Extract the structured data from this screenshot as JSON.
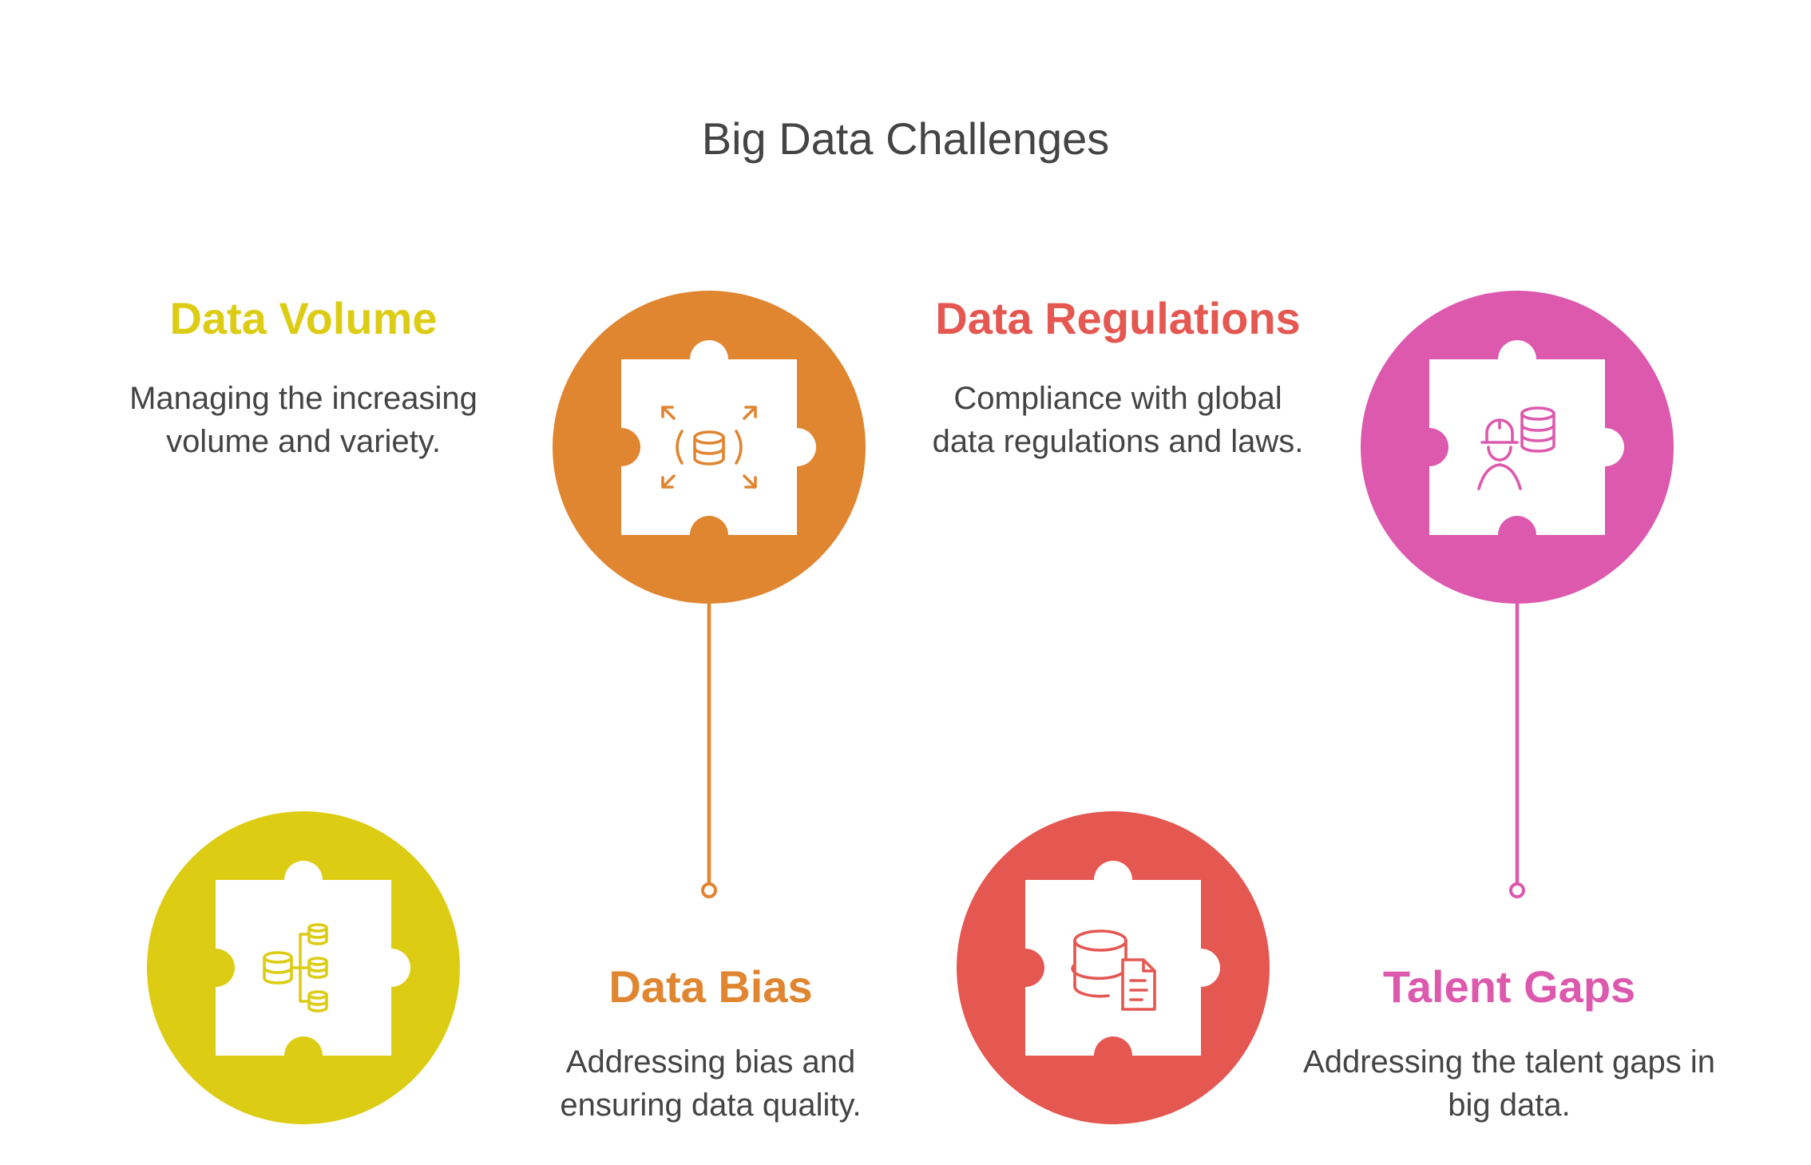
{
  "title": "Big Data Challenges",
  "items": [
    {
      "heading": "Data Volume",
      "description": "Managing the increasing volume and variety.",
      "color": "#DDCC14",
      "icon": "database-tree-icon"
    },
    {
      "heading": "Data Bias",
      "description": "Addressing bias and ensuring data quality.",
      "color": "#E08530",
      "icon": "database-expand-icon"
    },
    {
      "heading": "Data Regulations",
      "description": "Compliance with global data regulations and laws.",
      "color": "#E55751",
      "icon": "database-document-icon"
    },
    {
      "heading": "Talent Gaps",
      "description": "Addressing the talent gaps in big data.",
      "color": "#DC59AE",
      "icon": "engineer-database-icon"
    }
  ]
}
